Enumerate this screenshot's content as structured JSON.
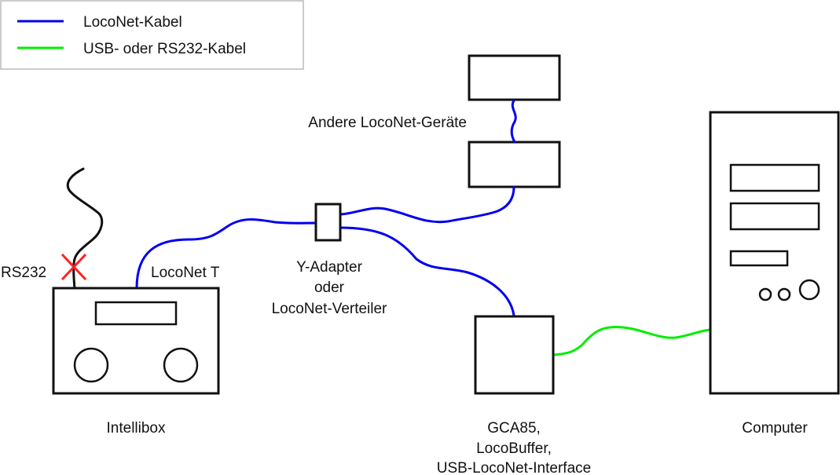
{
  "legend": {
    "items": [
      {
        "label": "LocoNet-Kabel",
        "color": "#0000ee"
      },
      {
        "label": "USB- oder RS232-Kabel",
        "color": "#00ee00"
      }
    ]
  },
  "colors": {
    "loconet": "#0000ee",
    "usb": "#00ee00",
    "rs232_cable": "#111111",
    "disconnected_mark": "#ff2020"
  },
  "labels": {
    "andere_geraete": "Andere LocoNet-Geräte",
    "rs232": "RS232",
    "loconet_t": "LocoNet T",
    "y_adapter": [
      "Y-Adapter",
      "oder",
      "LocoNet-Verteiler"
    ],
    "intellibox": "Intellibox",
    "interface": [
      "GCA85,",
      "LocoBuffer,",
      "USB-LocoNet-Interface"
    ],
    "computer": "Computer"
  }
}
